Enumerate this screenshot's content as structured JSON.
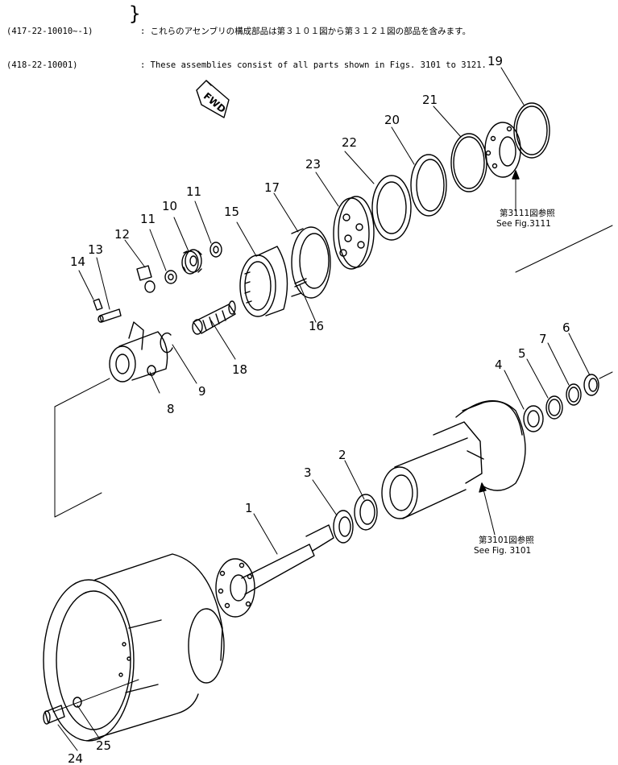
{
  "header": {
    "serial_1": "(417-22-10010~-1)",
    "serial_2": "(418-22-10001)",
    "note_jp": ": これらのアセンブリの構成部品は第３１０１図から第３１２１図の部品を含みます。",
    "note_en": ": These assemblies consist of all parts shown in Figs. 3101 to 3121."
  },
  "fwd_label": "FWD",
  "callouts": [
    "1",
    "2",
    "3",
    "4",
    "5",
    "6",
    "7",
    "8",
    "9",
    "10",
    "11",
    "11",
    "12",
    "13",
    "14",
    "15",
    "16",
    "17",
    "18",
    "19",
    "20",
    "21",
    "22",
    "23",
    "24",
    "25"
  ],
  "references": {
    "fig3111_jp": "第3111図参照",
    "fig3111_en": "See Fig.3111",
    "fig3101_jp": "第3101図参照",
    "fig3101_en": "See Fig. 3101"
  }
}
